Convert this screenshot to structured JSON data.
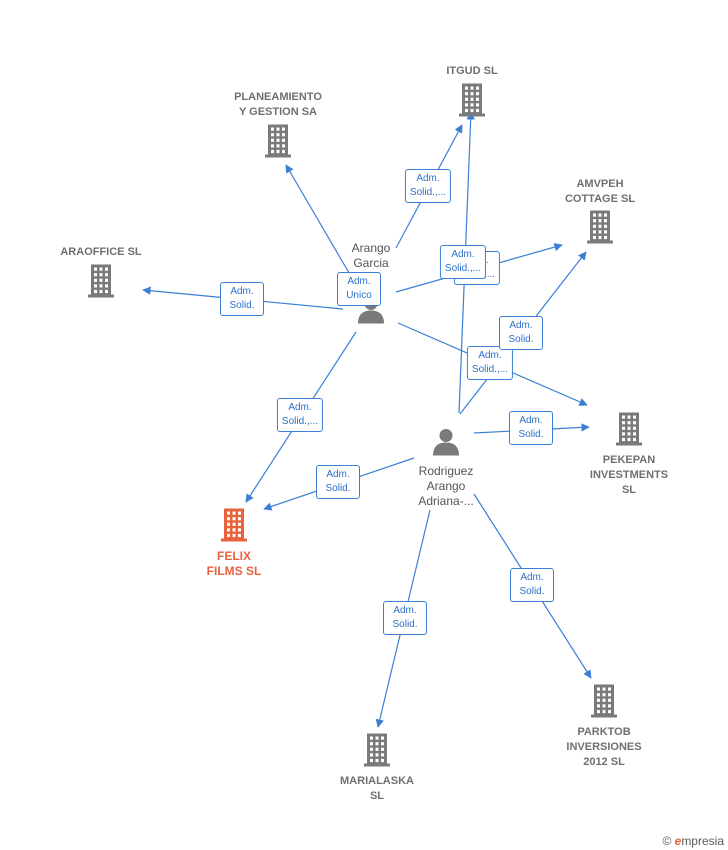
{
  "colors": {
    "edge": "#3a7fd5",
    "company": "#7a7a7a",
    "target": "#e8623c",
    "person": "#7a7a7a"
  },
  "companies": [
    {
      "id": "itgud",
      "label": "ITGUD  SL",
      "icon": "building-icon"
    },
    {
      "id": "planeamiento",
      "label": "PLANEAMIENTO\nY GESTION SA",
      "icon": "building-icon"
    },
    {
      "id": "amvpeh",
      "label": "AMVPEH\nCOTTAGE  SL",
      "icon": "building-icon"
    },
    {
      "id": "araoffice",
      "label": "ARAOFFICE  SL",
      "icon": "building-icon"
    },
    {
      "id": "pekepan",
      "label": "PEKEPAN\nINVESTMENTS\nSL",
      "icon": "building-icon"
    },
    {
      "id": "felix",
      "label": "FELIX\nFILMS  SL",
      "icon": "building-icon",
      "highlight": true
    },
    {
      "id": "parktob",
      "label": "PARKTOB\nINVERSIONES\n2012 SL",
      "icon": "building-icon"
    },
    {
      "id": "marialaska",
      "label": "MARIALASKA\nSL",
      "icon": "building-icon"
    }
  ],
  "persons": [
    {
      "id": "arango",
      "label": "Arango\nGarcia\n...",
      "icon": "person-icon"
    },
    {
      "id": "rodriguez",
      "label": "Rodriguez\nArango\nAdriana-...",
      "icon": "person-icon"
    }
  ],
  "edges": [
    {
      "from": "arango",
      "to": "itgud",
      "label": "Adm.\nSolid.,..."
    },
    {
      "from": "arango",
      "to": "planeamiento",
      "label": "Adm.\nUnico"
    },
    {
      "from": "arango",
      "to": "amvpeh",
      "label": "Adm.\nSolid.,..."
    },
    {
      "from": "arango",
      "to": "araoffice",
      "label": "Adm.\nSolid."
    },
    {
      "from": "arango",
      "to": "pekepan",
      "label": "Adm.\nSolid.,..."
    },
    {
      "from": "arango",
      "to": "felix",
      "label": "Adm.\nSolid.,..."
    },
    {
      "from": "rodriguez",
      "to": "itgud",
      "label": "Adm.\nSolid.,..."
    },
    {
      "from": "rodriguez",
      "to": "amvpeh",
      "label": "Adm.\nSolid."
    },
    {
      "from": "rodriguez",
      "to": "pekepan",
      "label": "Adm.\nSolid."
    },
    {
      "from": "rodriguez",
      "to": "felix",
      "label": "Adm.\nSolid."
    },
    {
      "from": "rodriguez",
      "to": "parktob",
      "label": "Adm.\nSolid."
    },
    {
      "from": "rodriguez",
      "to": "marialaska",
      "label": "Adm.\nSolid."
    }
  ],
  "footer": {
    "copyright": "©",
    "brand_e": "e",
    "brand_rest": "mpresia"
  }
}
